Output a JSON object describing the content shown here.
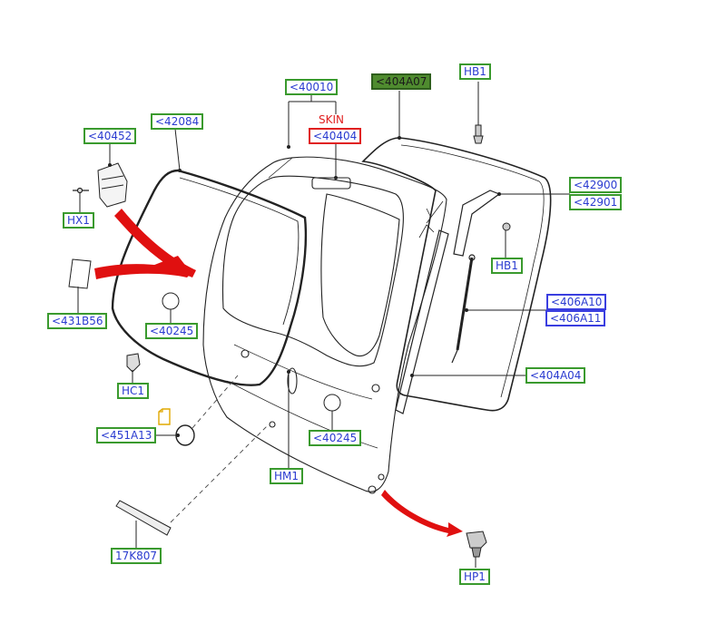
{
  "colors": {
    "callout_border": "#3a9a2e",
    "callout_border_blue": "#3a3ee0",
    "callout_border_red": "#e02020",
    "callout_text": "#2a3bd0",
    "callout_filled_bg": "#4f8b2f",
    "arrow_red": "#e01010",
    "note_icon": "#e0a800",
    "line": "#222222"
  },
  "skin_label": "SKIN",
  "callouts": {
    "c40452": "<40452",
    "c42084": "<42084",
    "c40010": "<40010",
    "c40404": "<40404",
    "c404A07": "<404A07",
    "hb1_top": "HB1",
    "c42900": "<42900",
    "c42901": "<42901",
    "hb1_mid": "HB1",
    "hx1": "HX1",
    "c431B56": "<431B56",
    "c40245_a": "<40245",
    "c406A10": "<406A10",
    "c406A11": "<406A11",
    "c404A04": "<404A04",
    "hc1": "HC1",
    "c451A13": "<451A13",
    "c40245_b": "<40245",
    "hm1": "HM1",
    "c17K807": "17K807",
    "hp1": "HP1"
  },
  "icons": {
    "note": "note-icon"
  }
}
